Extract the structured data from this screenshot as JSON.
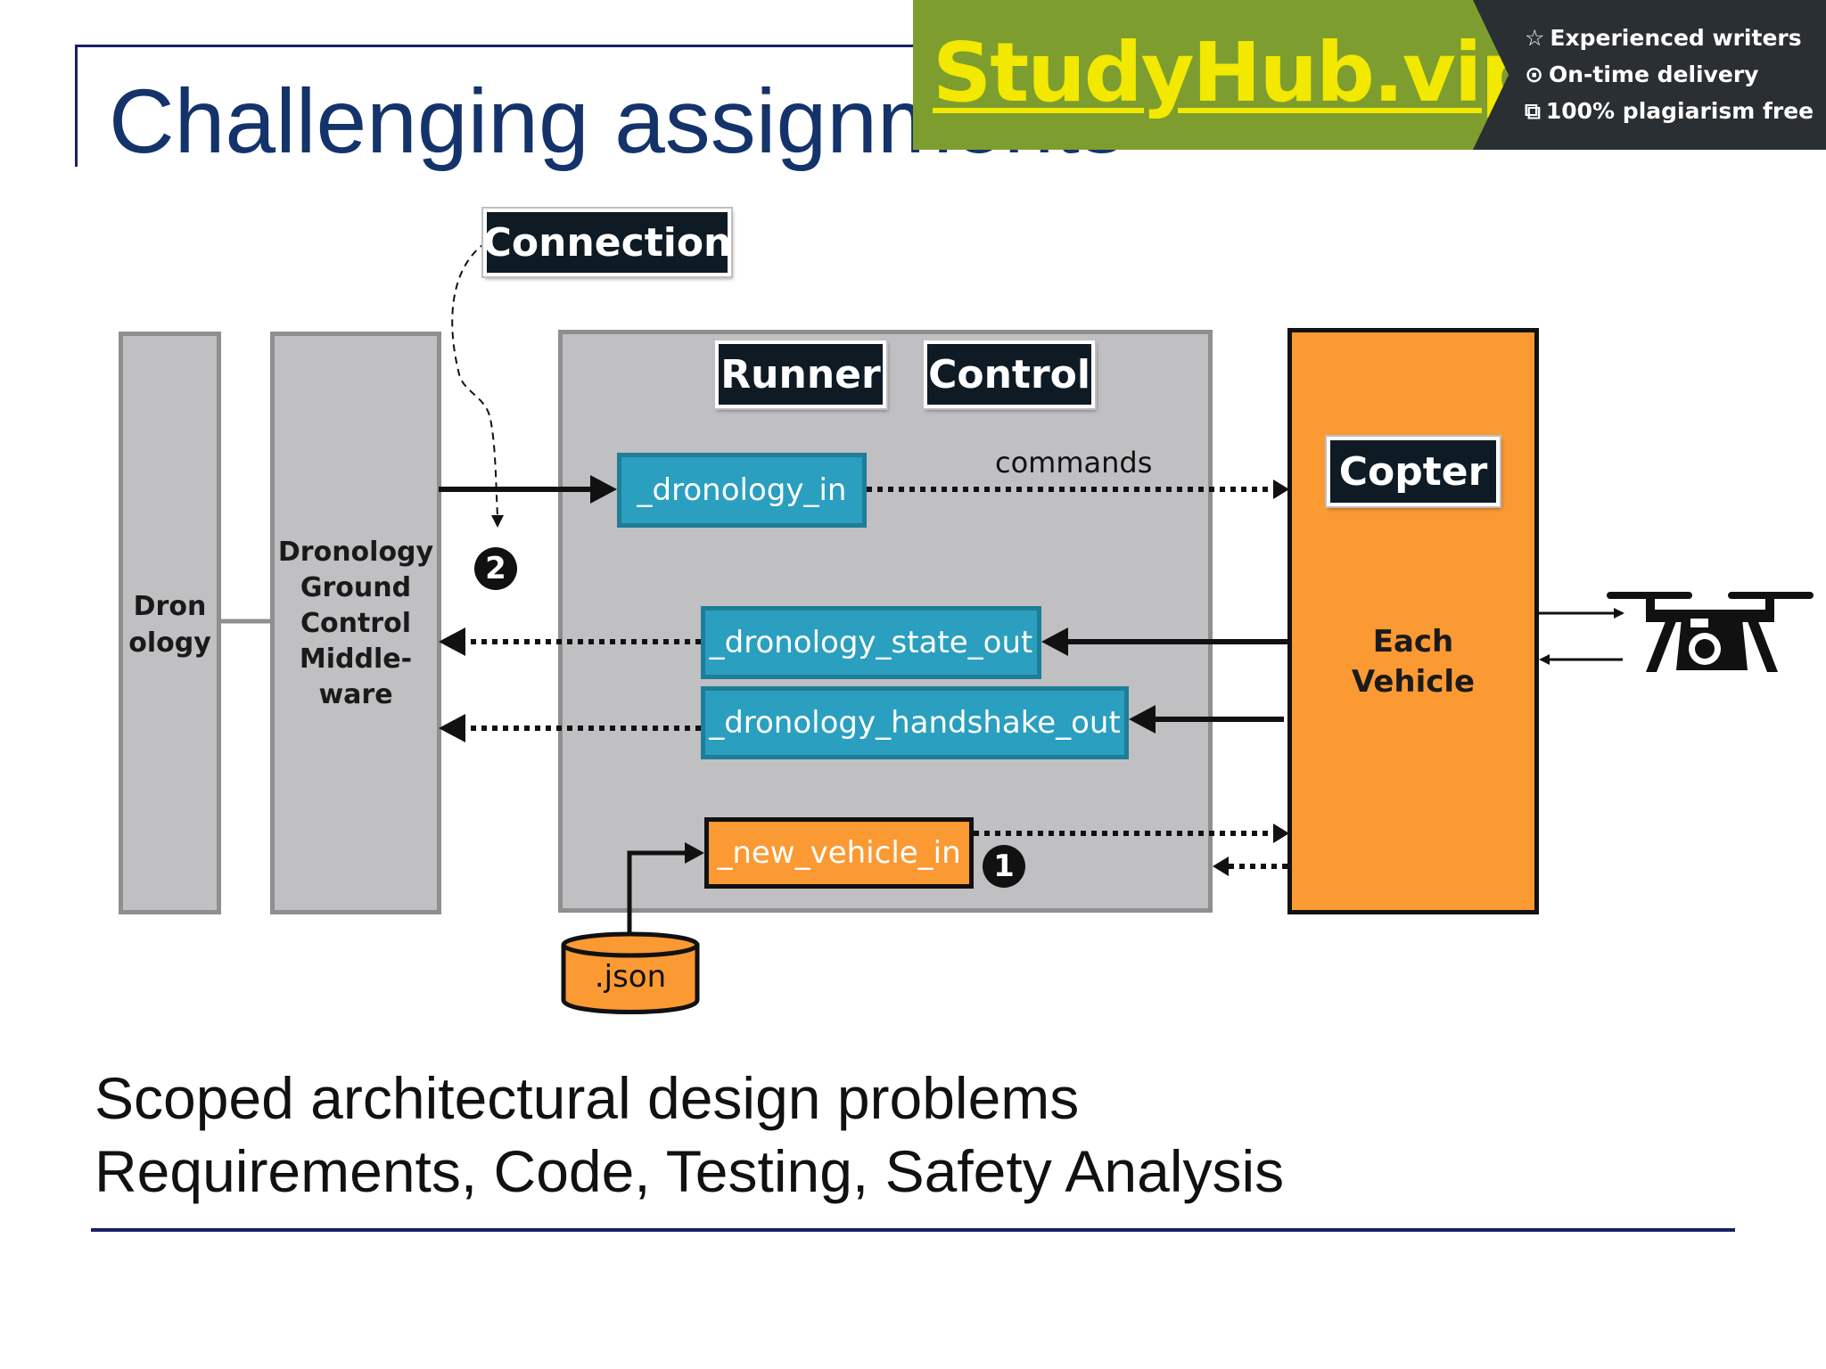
{
  "slide": {
    "title": "Challenging assignments",
    "bullets": [
      "Scoped architectural design problems",
      "Requirements, Code, Testing, Safety Analysis"
    ]
  },
  "banner": {
    "brand": "StudyHub.vip",
    "features": [
      {
        "icon": "star-icon",
        "glyph": "☆",
        "text": "Experienced writers"
      },
      {
        "icon": "clock-icon",
        "glyph": "⊙",
        "text": "On-time delivery"
      },
      {
        "icon": "copy-icon",
        "glyph": "⧉",
        "text": "100% plagiarism free"
      }
    ]
  },
  "diagram": {
    "dronology": "Dron\nology",
    "middleware": "Dronology\nGround\nControl\nMiddle-\nware",
    "tags": {
      "connection": "Connection",
      "runner": "Runner",
      "control": "Control",
      "copter": "Copter"
    },
    "topics": {
      "dronology_in": "_dronology_in",
      "state_out": "_dronology_state_out",
      "handshake_out": "_dronology_handshake_out",
      "new_vehicle_in": "_new_vehicle_in",
      "json": ".json"
    },
    "commands_label": "commands",
    "vehicle": "Each\nVehicle",
    "step1": "1",
    "step2": "2"
  },
  "colors": {
    "title": "#14336b",
    "topic_blue": "#2a9fc0",
    "orange": "#fb9933",
    "gray_box": "#c0bfc2",
    "banner_green": "#7d9e2e",
    "brand_yellow": "#f2e800"
  }
}
